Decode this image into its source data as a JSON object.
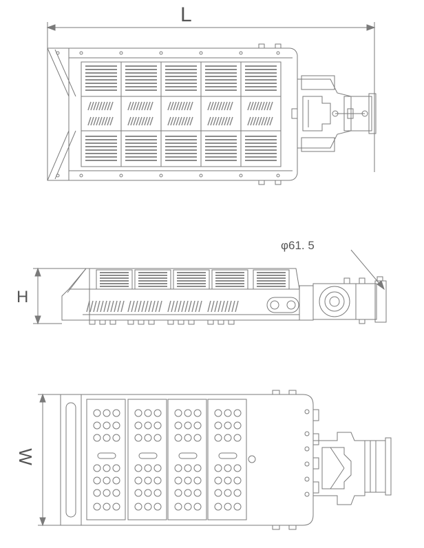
{
  "labels": {
    "length": "L",
    "height": "H",
    "width": "W",
    "pipe_diameter": "φ61. 5"
  },
  "colors": {
    "line": "#7a7a7a",
    "text": "#555555",
    "background": "#ffffff"
  }
}
